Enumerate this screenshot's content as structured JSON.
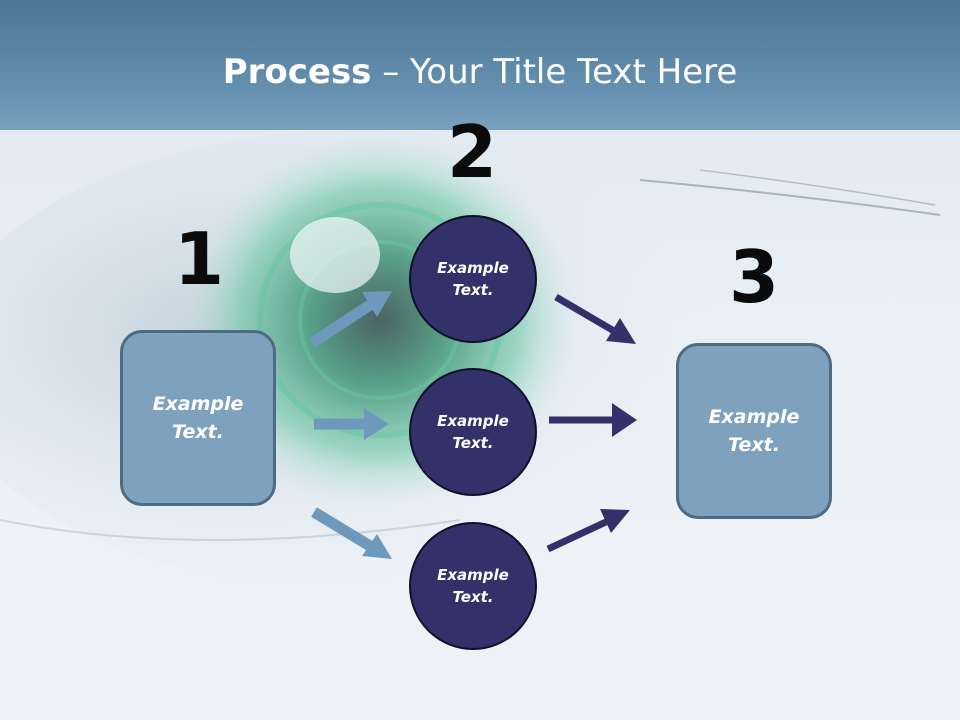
{
  "title": {
    "bold": "Process",
    "rest": " – Your Title Text Here"
  },
  "steps": [
    {
      "number": "1",
      "label": "Example Text."
    },
    {
      "number": "2",
      "items": [
        "Example Text.",
        "Example Text.",
        "Example Text."
      ]
    },
    {
      "number": "3",
      "label": "Example Text."
    }
  ],
  "colors": {
    "header": "#5a83a4",
    "box_fill": "#7ea1bd",
    "box_border": "#4e6b82",
    "circle_fill": "#33316a",
    "arrow_light": "#6f98bd",
    "arrow_dark": "#33316a"
  }
}
